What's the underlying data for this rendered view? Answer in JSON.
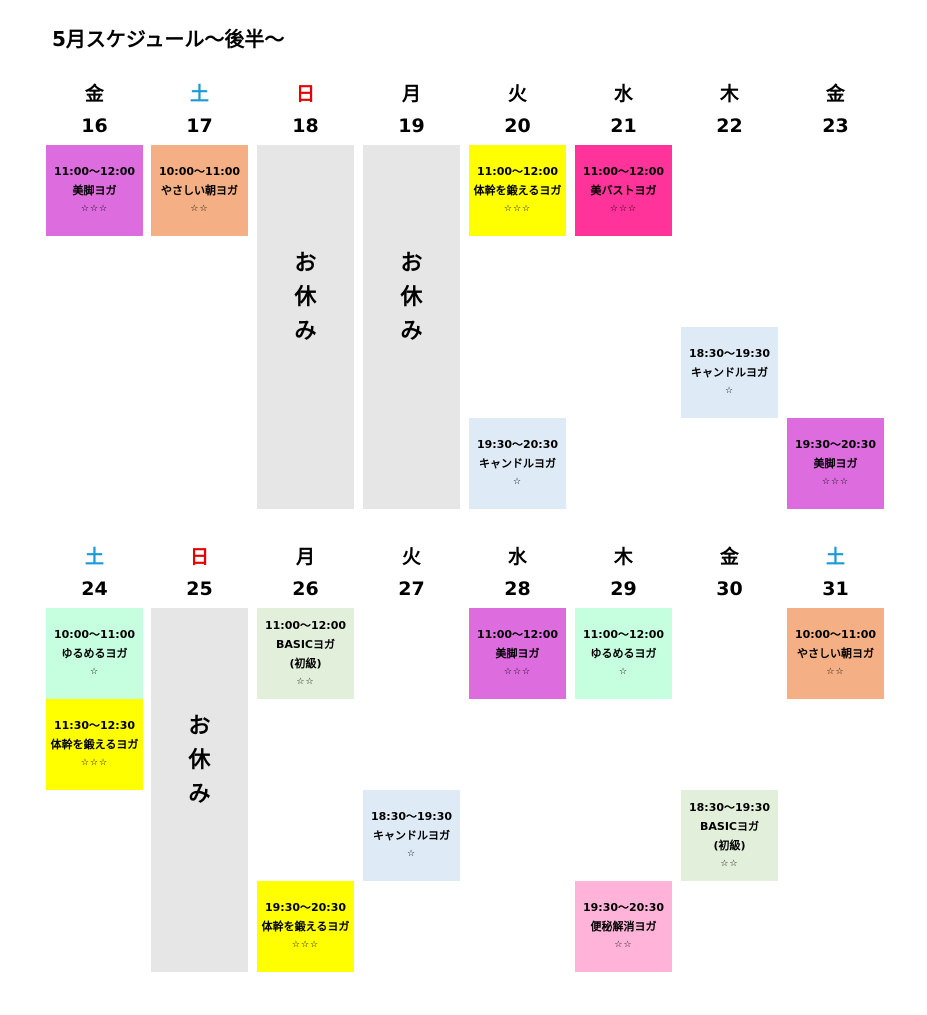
{
  "page": {
    "title": "5月スケジュール～後半～"
  },
  "closed_label": [
    "お",
    "休",
    "み"
  ],
  "colors": {
    "saturday": "#1a9bd7",
    "sunday": "#e60000",
    "weekday": "#000000",
    "closed_bg": "#e6e6e6",
    "bikyaku": "#dd6ddf",
    "asa": "#f4b084",
    "taikan": "#ffff00",
    "bust": "#ff3399",
    "candle": "#deebf6",
    "yurumeru": "#c6ffe0",
    "basic": "#e2efda",
    "benpi": "#ffb3d9"
  },
  "weeks": [
    {
      "days": [
        {
          "dow": "金",
          "date": "16",
          "kind": "weekday"
        },
        {
          "dow": "土",
          "date": "17",
          "kind": "saturday"
        },
        {
          "dow": "日",
          "date": "18",
          "kind": "sunday"
        },
        {
          "dow": "月",
          "date": "19",
          "kind": "weekday"
        },
        {
          "dow": "火",
          "date": "20",
          "kind": "weekday"
        },
        {
          "dow": "水",
          "date": "21",
          "kind": "weekday"
        },
        {
          "dow": "木",
          "date": "22",
          "kind": "weekday"
        },
        {
          "dow": "金",
          "date": "23",
          "kind": "weekday"
        }
      ],
      "closed_days": [
        2,
        3
      ],
      "events": [
        {
          "day": 0,
          "slot": 0,
          "time": "11:00～12:00",
          "name": "美脚ヨガ",
          "stars": "☆☆☆",
          "color": "bikyaku"
        },
        {
          "day": 1,
          "slot": 0,
          "time": "10:00～11:00",
          "name": "やさしい朝ヨガ",
          "stars": "☆☆",
          "color": "asa"
        },
        {
          "day": 4,
          "slot": 0,
          "time": "11:00～12:00",
          "name": "体幹を鍛えるヨガ",
          "stars": "☆☆☆",
          "color": "taikan"
        },
        {
          "day": 5,
          "slot": 0,
          "time": "11:00～12:00",
          "name": "美バストヨガ",
          "stars": "☆☆☆",
          "color": "bust"
        },
        {
          "day": 6,
          "slot": 2,
          "time": "18:30～19:30",
          "name": "キャンドルヨガ",
          "stars": "☆",
          "color": "candle"
        },
        {
          "day": 4,
          "slot": 3,
          "time": "19:30～20:30",
          "name": "キャンドルヨガ",
          "stars": "☆",
          "color": "candle"
        },
        {
          "day": 7,
          "slot": 3,
          "time": "19:30～20:30",
          "name": "美脚ヨガ",
          "stars": "☆☆☆",
          "color": "bikyaku"
        }
      ]
    },
    {
      "days": [
        {
          "dow": "土",
          "date": "24",
          "kind": "saturday"
        },
        {
          "dow": "日",
          "date": "25",
          "kind": "sunday"
        },
        {
          "dow": "月",
          "date": "26",
          "kind": "weekday"
        },
        {
          "dow": "火",
          "date": "27",
          "kind": "weekday"
        },
        {
          "dow": "水",
          "date": "28",
          "kind": "weekday"
        },
        {
          "dow": "木",
          "date": "29",
          "kind": "weekday"
        },
        {
          "dow": "金",
          "date": "30",
          "kind": "weekday"
        },
        {
          "dow": "土",
          "date": "31",
          "kind": "saturday"
        }
      ],
      "closed_days": [
        1
      ],
      "events": [
        {
          "day": 0,
          "slot": 0,
          "time": "10:00～11:00",
          "name": "ゆるめるヨガ",
          "stars": "☆",
          "color": "yurumeru"
        },
        {
          "day": 2,
          "slot": 0,
          "time": "11:00～12:00",
          "name": "BASICヨガ",
          "sub": "(初級)",
          "stars": "☆☆",
          "color": "basic"
        },
        {
          "day": 4,
          "slot": 0,
          "time": "11:00～12:00",
          "name": "美脚ヨガ",
          "stars": "☆☆☆",
          "color": "bikyaku"
        },
        {
          "day": 5,
          "slot": 0,
          "time": "11:00～12:00",
          "name": "ゆるめるヨガ",
          "stars": "☆",
          "color": "yurumeru"
        },
        {
          "day": 7,
          "slot": 0,
          "time": "10:00～11:00",
          "name": "やさしい朝ヨガ",
          "stars": "☆☆",
          "color": "asa"
        },
        {
          "day": 0,
          "slot": 1,
          "time": "11:30～12:30",
          "name": "体幹を鍛えるヨガ",
          "stars": "☆☆☆",
          "color": "taikan"
        },
        {
          "day": 3,
          "slot": 2,
          "time": "18:30～19:30",
          "name": "キャンドルヨガ",
          "stars": "☆",
          "color": "candle"
        },
        {
          "day": 6,
          "slot": 2,
          "time": "18:30～19:30",
          "name": "BASICヨガ",
          "sub": "(初級)",
          "stars": "☆☆",
          "color": "basic"
        },
        {
          "day": 2,
          "slot": 3,
          "time": "19:30～20:30",
          "name": "体幹を鍛えるヨガ",
          "stars": "☆☆☆",
          "color": "taikan"
        },
        {
          "day": 5,
          "slot": 3,
          "time": "19:30～20:30",
          "name": "便秘解消ヨガ",
          "stars": "☆☆",
          "color": "benpi"
        }
      ]
    }
  ]
}
